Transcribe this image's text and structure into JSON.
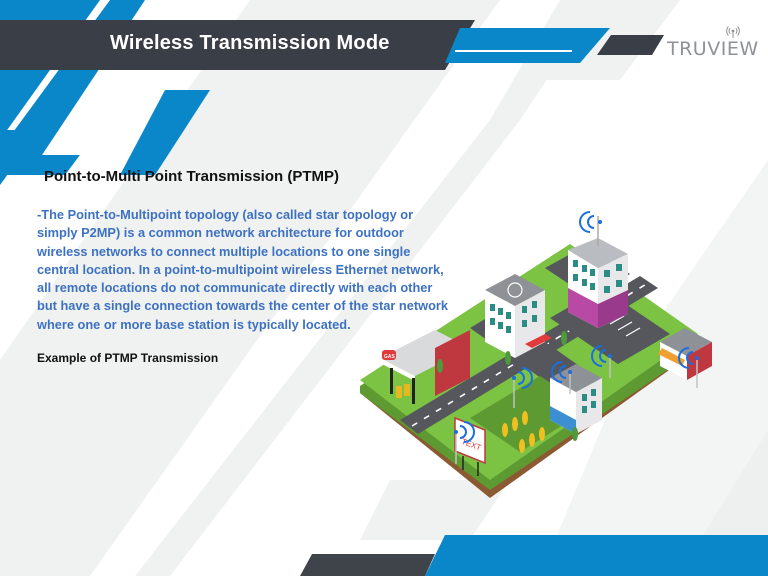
{
  "slide": {
    "title": "Wireless Transmission Mode",
    "logo": {
      "text": "TRUVIEW",
      "icon": "wifi-antenna-icon"
    },
    "subtitle": "Point-to-Multi Point Transmission (PTMP)",
    "body_lines": [
      " -The Point-to-Multipoint topology (also called star topology or",
      "simply P2MP) is a common network architecture for outdoor",
      "wireless networks to connect multiple locations to one single",
      "central location. In a point-to-multipoint wireless Ethernet network,",
      "all remote locations do not communicate directly with each other",
      "but have a single connection towards the center of the star network",
      "where one or more base station is typically located."
    ],
    "example_label": "Example of PTMP Transmission",
    "illustration": {
      "description": "isometric city block with wireless access points",
      "labels": {
        "billboard": "TEXT",
        "gas_sign": "GAS"
      }
    }
  },
  "colors": {
    "brand_blue": "#0a87c9",
    "dark_banner": "#3a3e46",
    "light_gray": "#f0f1f1",
    "body_text": "#3d72c2",
    "logo_gray": "#8f9296"
  }
}
